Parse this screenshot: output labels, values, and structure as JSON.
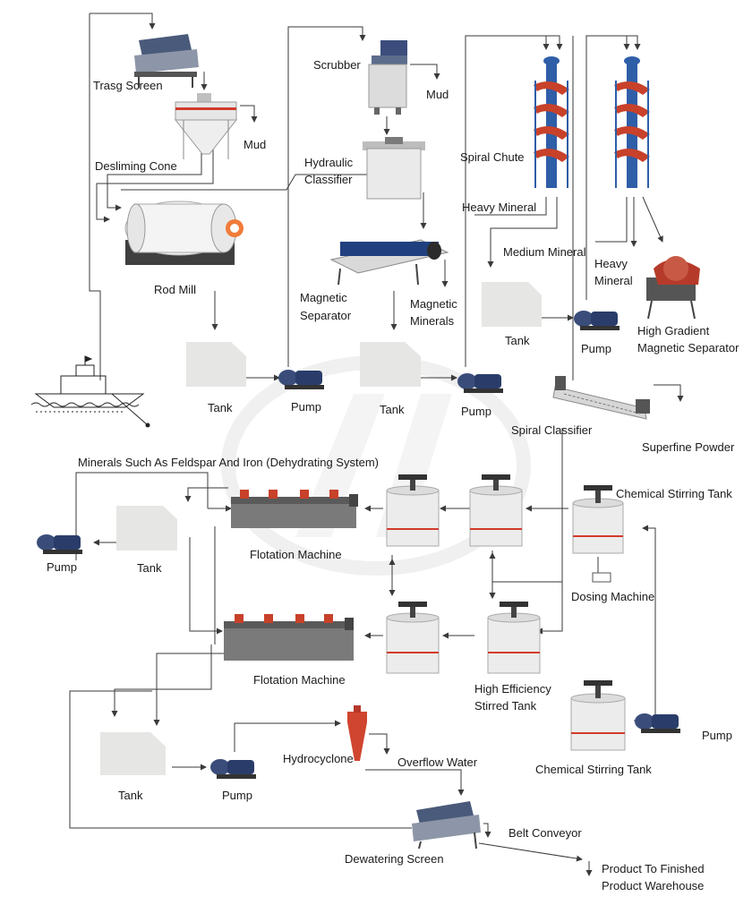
{
  "labels": {
    "trasg_screen": "Trasg Screen",
    "desliming_cone": "Desliming Cone",
    "mud_1": "Mud",
    "mud_2": "Mud",
    "scrubber": "Scrubber",
    "hydraulic_classifier_1": "Hydraulic",
    "hydraulic_classifier_2": "Classifier",
    "rod_mill": "Rod Mill",
    "magnetic_separator_1": "Magnetic",
    "magnetic_separator_2": "Separator",
    "magnetic_minerals_1": "Magnetic",
    "magnetic_minerals_2": "Minerals",
    "spiral_chute": "Spiral Chute",
    "heavy_mineral_1": "Heavy Mineral",
    "medium_mineral": "Medium Mineral",
    "heavy_mineral_2a": "Heavy",
    "heavy_mineral_2b": "Mineral",
    "tank_1": "Tank",
    "pump_1": "Pump",
    "tank_2": "Tank",
    "pump_2": "Pump",
    "tank_3": "Tank",
    "pump_3": "Pump",
    "high_gradient_1": "High Gradient",
    "high_gradient_2": "Magnetic Separator",
    "spiral_classifier": "Spiral Classifier",
    "superfine_powder": "Superfine Powder",
    "minerals_dehydrating": "Minerals Such As Feldspar And Iron (Dehydrating System)",
    "chemical_stirring_tank_1": "Chemical Stirring Tank",
    "tank_4": "Tank",
    "pump_4": "Pump",
    "flotation_machine_1": "Flotation Machine",
    "dosing_machine": "Dosing Machine",
    "flotation_machine_2": "Flotation Machine",
    "high_efficiency_1": "High Efficiency",
    "high_efficiency_2": "Stirred Tank",
    "pump_5": "Pump",
    "chemical_stirring_tank_2": "Chemical Stirring Tank",
    "tank_5": "Tank",
    "pump_6": "Pump",
    "hydrocyclone": "Hydrocyclone",
    "overflow_water": "Overflow Water",
    "belt_conveyor": "Belt Conveyor",
    "dewatering_screen": "Dewatering Screen",
    "product_1": "Product To Finished",
    "product_2": "Product Warehouse"
  },
  "colors": {
    "line": "#3a3a3a",
    "tank_body": "#e8e8e6",
    "steel_blue": "#2f3f6a",
    "spiral_red": "#c8412a",
    "mill_body": "#f2f2f2",
    "watermark": "#dddddd"
  }
}
